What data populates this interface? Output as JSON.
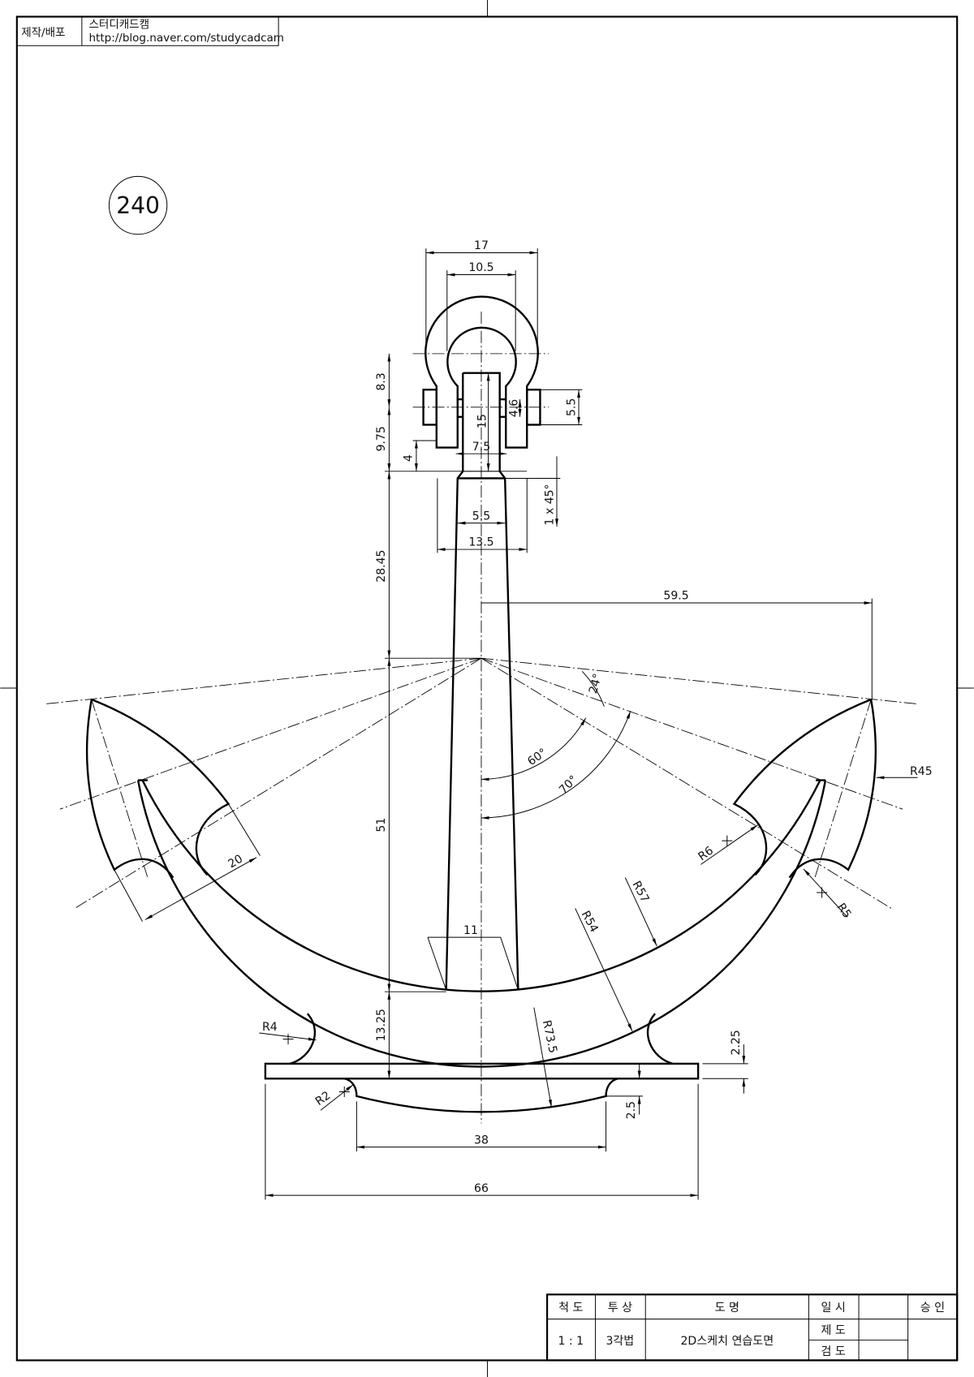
{
  "header": {
    "label": "제작/배포",
    "author": "스터디캐드캠",
    "url": "http://blog.naver.com/studycadcam"
  },
  "drawing_number": "240",
  "title_block": {
    "scale_label": "척 도",
    "projection_label": "투 상",
    "name_label": "도 명",
    "date_label": "일 시",
    "approval_label": "승 인",
    "scale": "1 : 1",
    "projection": "3각법",
    "name": "2D스케치 연습도면",
    "drawn_label": "제 도",
    "checked_label": "검 도"
  },
  "dims": {
    "d17": "17",
    "d10_5": "10.5",
    "d8_3": "8.3",
    "d9_75": "9.75",
    "d4": "4",
    "d28_45": "28.45",
    "d51": "51",
    "d13_25": "13.25",
    "d15": "15",
    "d7_5": "7.5",
    "d4_6": "4.6",
    "d5_5a": "5.5",
    "chamfer": "1 x 45°",
    "d5_5b": "5.5",
    "d13_5": "13.5",
    "d59_5": "59.5",
    "a24": "24°",
    "a60": "60°",
    "a70": "70°",
    "r45": "R45",
    "d20": "20",
    "r6": "R6",
    "r57": "R57",
    "r54": "R54",
    "d11": "11",
    "r5": "R5",
    "r4": "R4",
    "r73_5": "R73.5",
    "d2_25": "2.25",
    "r2": "R2",
    "d2_5": "2.5",
    "d38": "38",
    "d66": "66"
  }
}
